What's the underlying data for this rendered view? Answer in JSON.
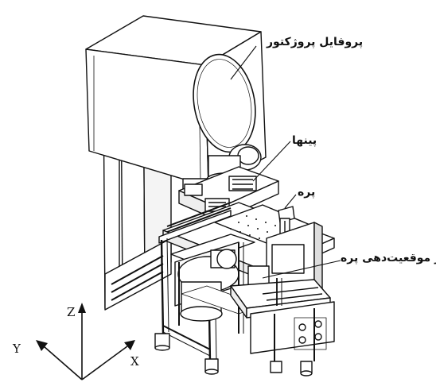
{
  "labels": {
    "profile_projector": "پروفایل پروژکتور",
    "pins": "پینها",
    "blade": "پره",
    "positioning_table": "میز موقعیت‌دهی پره"
  },
  "axes": {
    "z": "Z",
    "y": "Y",
    "x": "X"
  },
  "colors": {
    "ink": "#111111",
    "paper": "#ffffff"
  }
}
